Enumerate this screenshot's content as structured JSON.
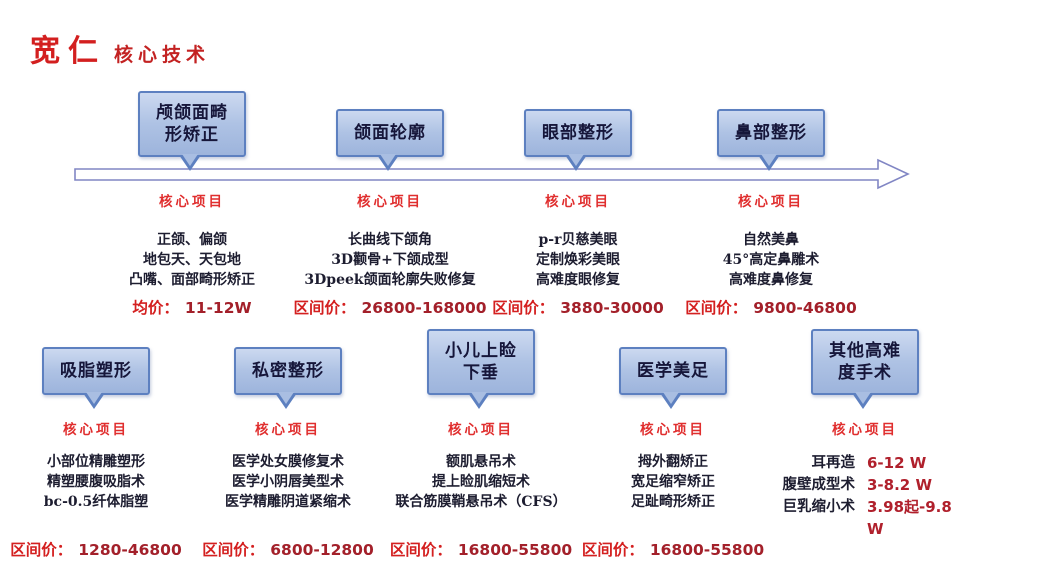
{
  "header": {
    "brand": "宽仁",
    "subtitle": "核心技术"
  },
  "colors": {
    "brand_red": "#d31f1f",
    "core_label_red": "#e02e2e",
    "price_red": "#d42020",
    "price_value_maroon": "#a3202a",
    "bubble_fill": "#a9bee2",
    "bubble_border": "#5d80c0",
    "arrow_outline": "#8186c4"
  },
  "top_sections": [
    {
      "title": "颅颌面畸形矫正",
      "core_label": "核心项目",
      "items": [
        "正颌、偏颌",
        "地包天、天包地",
        "凸嘴、面部畸形矫正"
      ],
      "price_label": "均价：",
      "price_value": "11-12W"
    },
    {
      "title": "颌面轮廓",
      "core_label": "核心项目",
      "items": [
        "长曲线下颌角",
        "3D颧骨+下颌成型",
        "3Dpeek颌面轮廓失败修复"
      ],
      "price_label": "区间价：",
      "price_value": "26800-168000"
    },
    {
      "title": "眼部整形",
      "core_label": "核心项目",
      "items": [
        "p-r贝慈美眼",
        "定制焕彩美眼",
        "高难度眼修复"
      ],
      "price_label": "区间价：",
      "price_value": "3880-30000"
    },
    {
      "title": "鼻部整形",
      "core_label": "核心项目",
      "items": [
        "自然美鼻",
        "45°高定鼻雕术",
        "高难度鼻修复"
      ],
      "price_label": "区间价：",
      "price_value": "9800-46800"
    }
  ],
  "bottom_sections": [
    {
      "title": "吸脂塑形",
      "core_label": "核心项目",
      "items": [
        "小部位精雕塑形",
        "精塑腰腹吸脂术",
        "bc-0.5纤体脂塑"
      ],
      "price_label": "区间价：",
      "price_value": "1280-46800"
    },
    {
      "title": "私密整形",
      "core_label": "核心项目",
      "items": [
        "医学处女膜修复术",
        "医学小阴唇美型术",
        "医学精雕阴道紧缩术"
      ],
      "price_label": "区间价：",
      "price_value": "6800-12800"
    },
    {
      "title": "小儿上睑下垂",
      "core_label": "核心项目",
      "items": [
        "额肌悬吊术",
        "提上睑肌缩短术",
        "联合筋膜鞘悬吊术（CFS）"
      ],
      "price_label": "区间价：",
      "price_value": "16800-55800"
    },
    {
      "title": "医学美足",
      "core_label": "核心项目",
      "items": [
        "拇外翻矫正",
        "宽足缩窄矫正",
        "足趾畸形矫正"
      ],
      "price_label": "区间价：",
      "price_value": "16800-55800"
    },
    {
      "title": "其他高难度手术",
      "core_label": "核心项目",
      "items_with_prices": [
        {
          "name": "耳再造",
          "price": "6-12 W"
        },
        {
          "name": "腹壁成型术",
          "price": "3-8.2 W"
        },
        {
          "name": "巨乳缩小术",
          "price": "3.98起-9.8 W"
        }
      ]
    }
  ]
}
